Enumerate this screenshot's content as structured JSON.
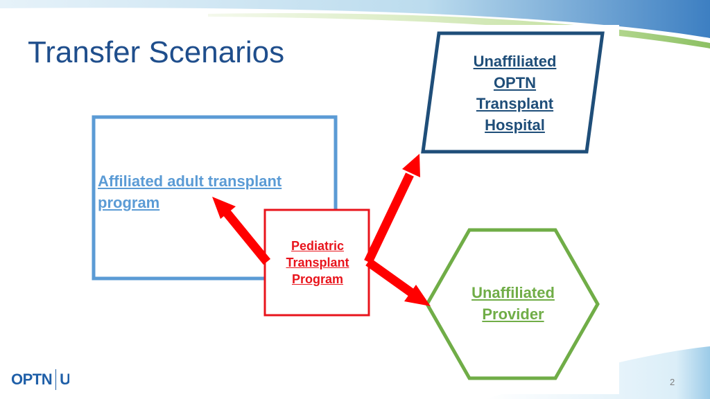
{
  "slide": {
    "title": "Transfer Scenarios",
    "page_number": "2"
  },
  "diagram": {
    "nodes": [
      {
        "id": "affiliated",
        "label_lines": [
          "Affiliated adult transplant",
          "program"
        ],
        "shape": "rectangle",
        "color": "#5b9bd5"
      },
      {
        "id": "pediatric",
        "label_lines": [
          "Pediatric",
          "Transplant",
          "Program"
        ],
        "shape": "rectangle",
        "color": "#e8141c"
      },
      {
        "id": "hospital",
        "label_lines": [
          "Unaffiliated",
          "OPTN",
          "Transplant",
          "Hospital"
        ],
        "shape": "parallelogram",
        "color": "#1f4e79"
      },
      {
        "id": "provider",
        "label_lines": [
          "Unaffiliated",
          "Provider"
        ],
        "shape": "hexagon",
        "color": "#70ad47"
      }
    ],
    "edges": [
      {
        "from": "pediatric",
        "to": "affiliated",
        "color": "#ff0000"
      },
      {
        "from": "pediatric",
        "to": "hospital",
        "color": "#ff0000"
      },
      {
        "from": "pediatric",
        "to": "provider",
        "color": "#ff0000"
      }
    ]
  },
  "footer": {
    "logo_text": "OPTN",
    "logo_cut_text": "U"
  }
}
